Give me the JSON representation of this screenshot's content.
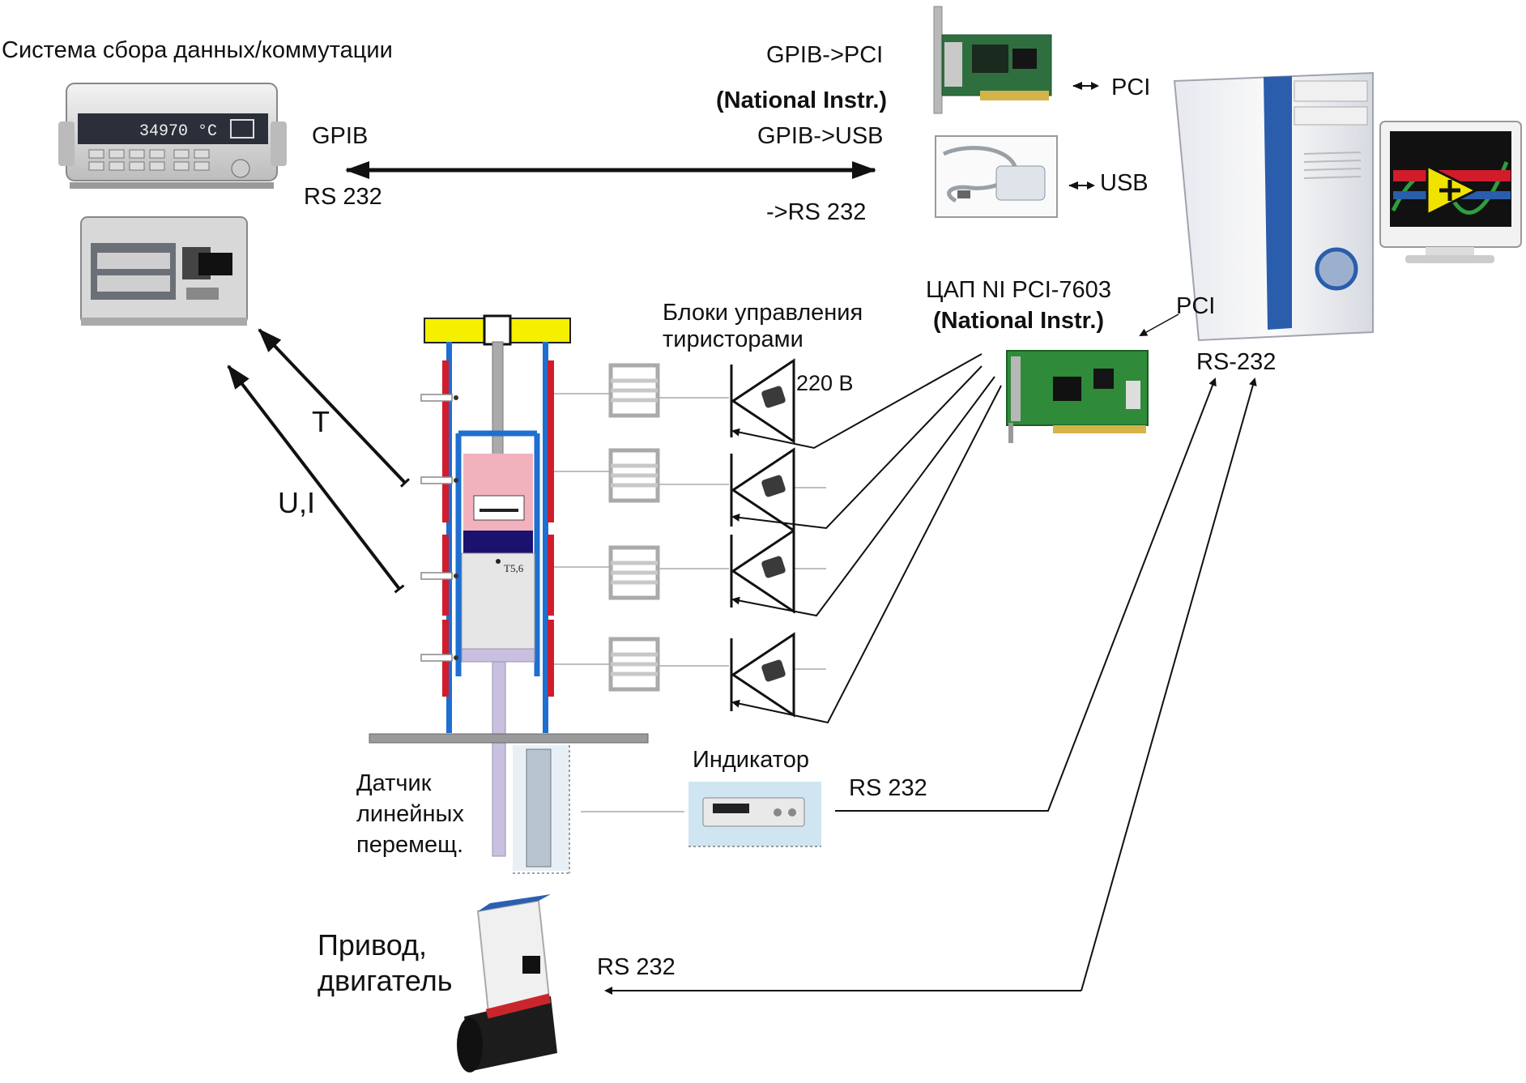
{
  "labels": {
    "daq_title": "Система сбора данных/коммутации",
    "gpib_pci": "GPIB->PCI",
    "national_instr_1": "(National Instr.)",
    "gpib_usb": "GPIB->USB",
    "gpib": "GPIB",
    "rs232_left": "RS 232",
    "to_rs232": "->RS 232",
    "pci_top": "PCI",
    "usb": "USB",
    "thyristor_blocks": "Блоки управления\nтиристорами",
    "volt_220": "220 В",
    "dac": "ЦАП NI PCI-7603",
    "national_instr_2": "(National Instr.)",
    "pci_right": "PCI",
    "rs232_pc": "RS-232",
    "T": "T",
    "UI": "U,I",
    "sensor_t56": "T5,6",
    "indicator": "Индикатор",
    "rs232_indicator": "RS 232",
    "linear_sensor": "Датчик\nлинейных\nперемещ.",
    "drive": "Привод,\nдвигатель",
    "rs232_drive": "RS 232",
    "meter_display": "34970 °C"
  },
  "colors": {
    "heater_red": "#d11c2b",
    "frame_blue": "#1e6fd0",
    "clamp_yellow": "#f4f000",
    "sample_pink": "#f2b2bd",
    "piston_navy": "#1b1270",
    "rod_lavender": "#c8c0de",
    "block_grey": "#e6e6e6",
    "pcb_green": "#2f8a3a"
  },
  "icons": {
    "meter": "data-acquisition-unit-icon",
    "meter_back": "data-acquisition-rear-icon",
    "gpib_card": "gpib-pci-card-icon",
    "usb_adapter": "gpib-usb-adapter-icon",
    "pc": "pc-tower-icon",
    "monitor": "labview-monitor-icon",
    "dac_card": "dac-card-icon",
    "indicator": "indicator-device-icon",
    "drive": "servo-drive-motor-icon",
    "thyristor": "thyristor-module-icon",
    "transformer": "transformer-icon",
    "linear_sensor": "linear-encoder-icon"
  }
}
